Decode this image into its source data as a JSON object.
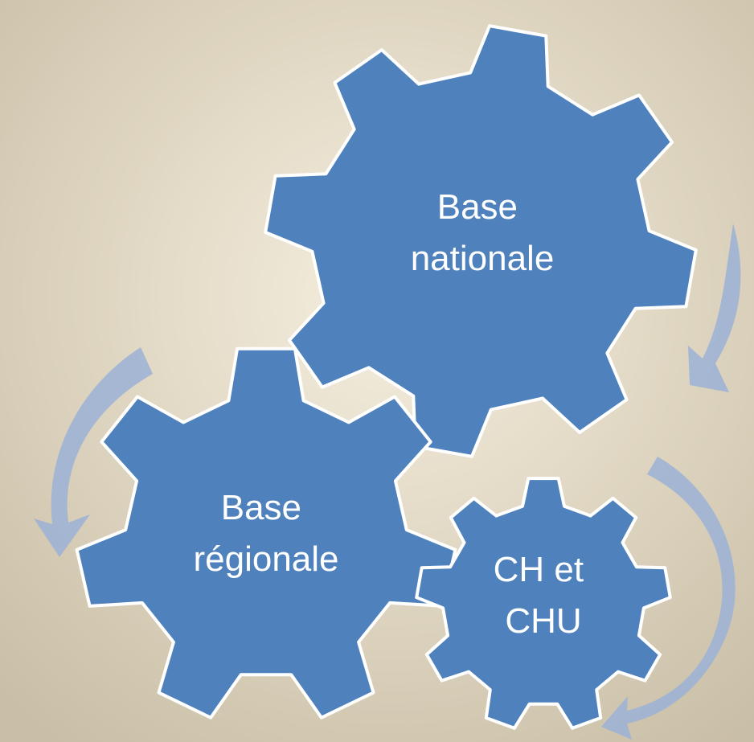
{
  "colors": {
    "background_center": "#F6EFDF",
    "background_edge": "#C9BEA6",
    "gear_fill": "#4F81BD",
    "gear_stroke": "#FFFFFF",
    "arrow_fill": "#9BB1D6",
    "label_color": "#FFFFFF"
  },
  "gears": [
    {
      "id": "nationale",
      "lines": [
        "Base",
        "nationale"
      ]
    },
    {
      "id": "regionale",
      "lines": [
        "Base",
        "régionale"
      ]
    },
    {
      "id": "ch-chu",
      "lines": [
        "CH et",
        "CHU"
      ]
    }
  ],
  "arrows": [
    "arrow-right",
    "arrow-left",
    "arrow-bottom-right"
  ]
}
